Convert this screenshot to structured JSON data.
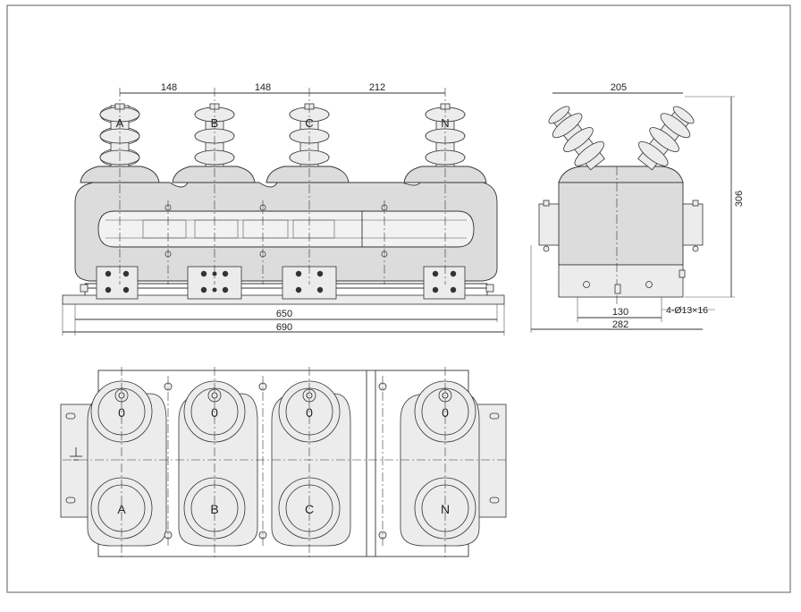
{
  "drawing": {
    "front_view": {
      "phase_labels": [
        "A",
        "B",
        "C",
        "N"
      ],
      "dim_top": [
        "148",
        "148",
        "212"
      ],
      "dim_total_inner": "650",
      "dim_total_outer": "690"
    },
    "side_view": {
      "dim_top": "205",
      "dim_height": "306",
      "dim_base": "130",
      "dim_overall": "282",
      "hole_spec": "4-Ø13×16"
    },
    "top_view": {
      "upper_labels": [
        "0",
        "0",
        "0",
        "0"
      ],
      "lower_labels": [
        "A",
        "B",
        "C",
        "N"
      ]
    }
  }
}
